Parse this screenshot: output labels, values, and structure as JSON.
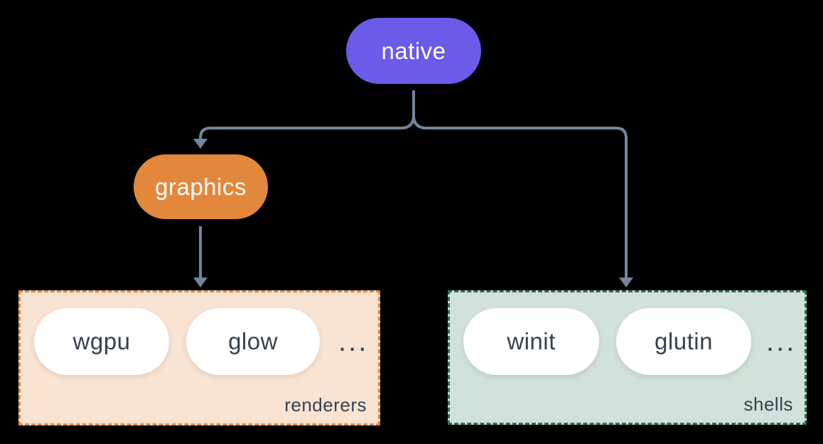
{
  "diagram": {
    "background_color": "#000000",
    "connector_color": "#74849B",
    "nodes": {
      "native": {
        "label": "native",
        "fill": "#6A5BE9",
        "text_color": "#FFFFFF"
      },
      "graphics": {
        "label": "graphics",
        "fill": "#E2873C",
        "text_color": "#FFFFFF"
      }
    },
    "groups": {
      "renderers": {
        "label": "renderers",
        "fill": "#F9E3D3",
        "border_color": "#E2873C",
        "item_fill": "#FFFFFF",
        "item_text_color": "#36424E",
        "items": [
          {
            "label": "wgpu"
          },
          {
            "label": "glow"
          }
        ],
        "ellipsis": "..."
      },
      "shells": {
        "label": "shells",
        "fill": "#D0E2DA",
        "border_color": "#2E6E5F",
        "item_fill": "#FFFFFF",
        "item_text_color": "#36424E",
        "items": [
          {
            "label": "winit"
          },
          {
            "label": "glutin"
          }
        ],
        "ellipsis": "..."
      }
    },
    "edges": [
      {
        "from": "native",
        "to": "graphics"
      },
      {
        "from": "native",
        "to": "shells"
      },
      {
        "from": "graphics",
        "to": "renderers"
      }
    ]
  }
}
